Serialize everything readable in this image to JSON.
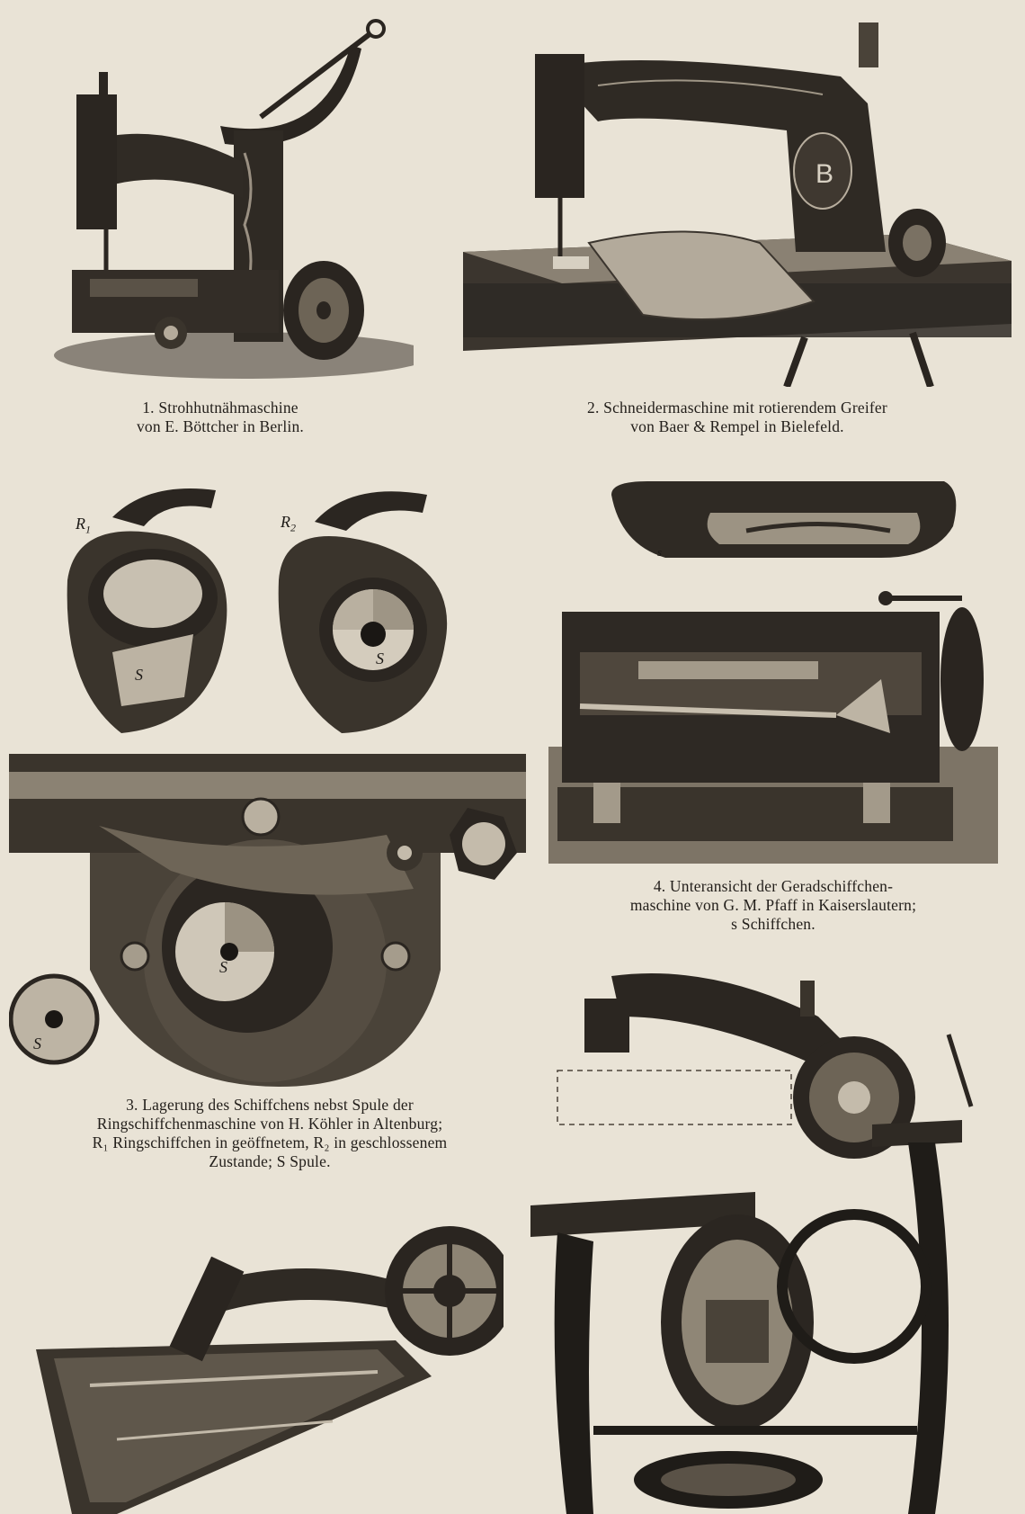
{
  "captions": {
    "fig1": {
      "line1": "1. Strohhutnähmaschine",
      "line2": "von E. Böttcher in Berlin."
    },
    "fig2": {
      "line1": "2. Schneidermaschine mit rotierendem Greifer",
      "line2": "von Baer & Rempel in Bielefeld."
    },
    "fig3": {
      "line1": "3. Lagerung des Schiffchens nebst Spule der",
      "line2": "Ringschiffchenmaschine von H. Köhler in Altenburg;",
      "line3": "R₁ Ringschiffchen in geöffnetem, R₂ in geschlossenem",
      "line4": "Zustande; S Spule."
    },
    "fig4": {
      "line1": "4. Unteransicht der Geradschiffchen-",
      "line2": "maschine von G. M. Pfaff in Kaiserslautern;",
      "line3": "s Schiffchen."
    }
  },
  "labels": {
    "r1": "R",
    "r1_sub": "1",
    "r2": "R",
    "r2_sub": "2",
    "s_spool_r1": "S",
    "s_spool_r2": "S",
    "s_spool_main": "S",
    "s_spool_loose": "S",
    "s_shuttle": "s",
    "b_badge": "B"
  },
  "colors": {
    "paper": "#e9e3d6",
    "ink": "#1e1b17"
  }
}
